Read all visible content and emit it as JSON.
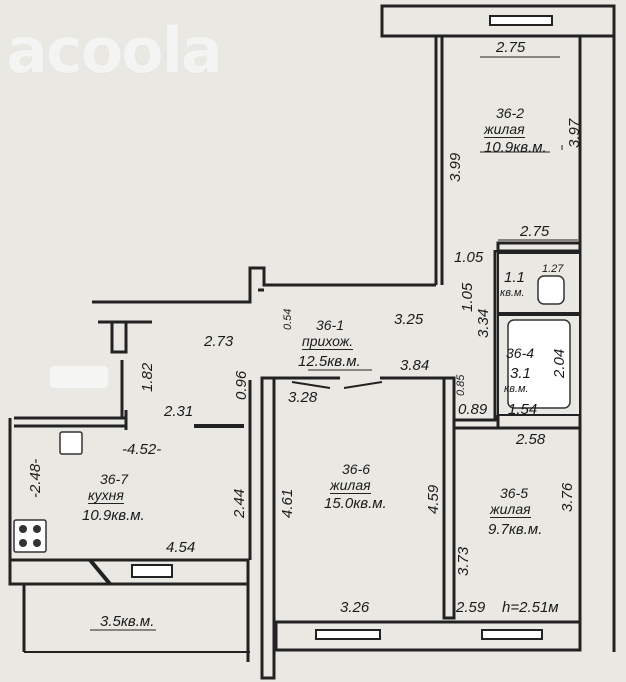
{
  "watermark": "acoola",
  "rooms": {
    "r2": {
      "code": "36-2",
      "type": "жилая",
      "area": "10.9кв.м."
    },
    "r1": {
      "code": "36-1",
      "type": "прихож.",
      "area": "12.5кв.м."
    },
    "r3": {
      "code": "",
      "area": "1.1",
      "unit": "кв.м."
    },
    "r4": {
      "code": "36-4",
      "area": "3.1",
      "unit": "кв.м."
    },
    "r6": {
      "code": "36-6",
      "type": "жилая",
      "area": "15.0кв.м."
    },
    "r5": {
      "code": "36-5",
      "type": "жилая",
      "area": "9.7кв.м."
    },
    "r7": {
      "code": "36-7",
      "type": "кухня",
      "area": "10.9кв.м."
    },
    "balcony": {
      "area": "3.5кв.м."
    }
  },
  "dims": {
    "d_275_top": "2.75",
    "d_397": "3.97",
    "d_399": "3.99",
    "d_275_mid": "2.75",
    "d_105a": "1.05",
    "d_105b": "1.05",
    "d_127": "1.27",
    "d_334": "3.34",
    "d_054": "0.54",
    "d_325": "3.25",
    "d_273": "2.73",
    "d_384": "3.84",
    "d_085": "0.85",
    "d_204": "2.04",
    "d_182": "1.82",
    "d_096": "0.96",
    "d_231": "2.31",
    "d_328": "3.28",
    "d_089": "0.89",
    "d_154": "1.54",
    "d_452": "-4.52-",
    "d_248": "-2.48-",
    "d_258": "2.58",
    "d_244": "2.44",
    "d_461": "4.61",
    "d_459": "4.59",
    "d_376": "3.76",
    "d_373": "3.73",
    "d_454": "4.54",
    "d_326": "3.26",
    "d_259": "2.59",
    "d_height": "h=2.51м"
  }
}
